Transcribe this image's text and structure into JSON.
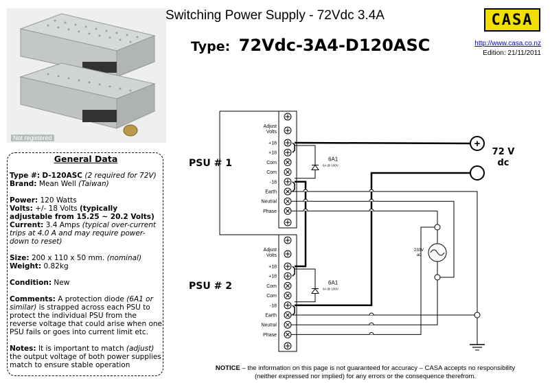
{
  "header": {
    "title": "Switching Power Supply - 72Vdc 3.4A",
    "type_label": "Type:",
    "type_value": "72Vdc-3A4-D120ASC",
    "logo_text": "CASA",
    "site_link": "http://www.casa.co.nz",
    "edition": "Edition: 21/11/2011"
  },
  "photo": {
    "caption": "Not registered"
  },
  "general": {
    "title": "General Data",
    "type_label": "Type #:",
    "type_value": "D-120ASC",
    "type_note": "(2 required for 72V)",
    "brand_label": "Brand:",
    "brand_value": "Mean Well",
    "brand_note": "(Taiwan)",
    "power_label": "Power:",
    "power_value": "120 Watts",
    "volts_label": "Volts:",
    "volts_value": "+/- 18 Volts",
    "volts_note": "(typically adjustable from 15.25 ~ 20.2 Volts)",
    "current_label": "Current:",
    "current_value": "3.4 Amps",
    "current_note": "(typical over-current trips at 4.0 A and may require power-down to reset)",
    "size_label": "Size:",
    "size_value": "200 x 110 x 50 mm.",
    "size_note": "(nominal)",
    "weight_label": "Weight:",
    "weight_value": "0.82kg",
    "condition_label": "Condition:",
    "condition_value": "New",
    "comments_label": "Comments:",
    "comments_a": "A protection diode",
    "comments_b": "(6A1 or similar)",
    "comments_c": "is strapped across each PSU to protect the individual PSU from the reverse voltage that could arise when one PSU fails or goes into current limit etc.",
    "notes_label": "Notes:",
    "notes_a": "It is important to match",
    "notes_b": "(adjust)",
    "notes_c": "the output voltage of both power supplies match to ensure stable operation"
  },
  "diagram": {
    "psu1_label": "PSU # 1",
    "psu2_label": "PSU # 2",
    "output_voltage": "72 V",
    "output_type": "dc",
    "plus_symbol": "+",
    "adjust_line1": "Adjust",
    "adjust_line2": "Volts",
    "terminals": [
      "+18",
      "+18",
      "Com",
      "Com",
      "-18",
      "Earth",
      "Neutral",
      "Phase"
    ],
    "diode_label": "6A1",
    "diode_rating": "6A @ 100V",
    "ac_label_line1": "230V",
    "ac_label_line2": "ac"
  },
  "notice": {
    "label": "NOTICE",
    "line1": "– the information on this page is not guaranteed for accuracy – CASA accepts no responsibility",
    "line2": "(neither expressed nor implied) for any errors or the consequence therefrom."
  }
}
